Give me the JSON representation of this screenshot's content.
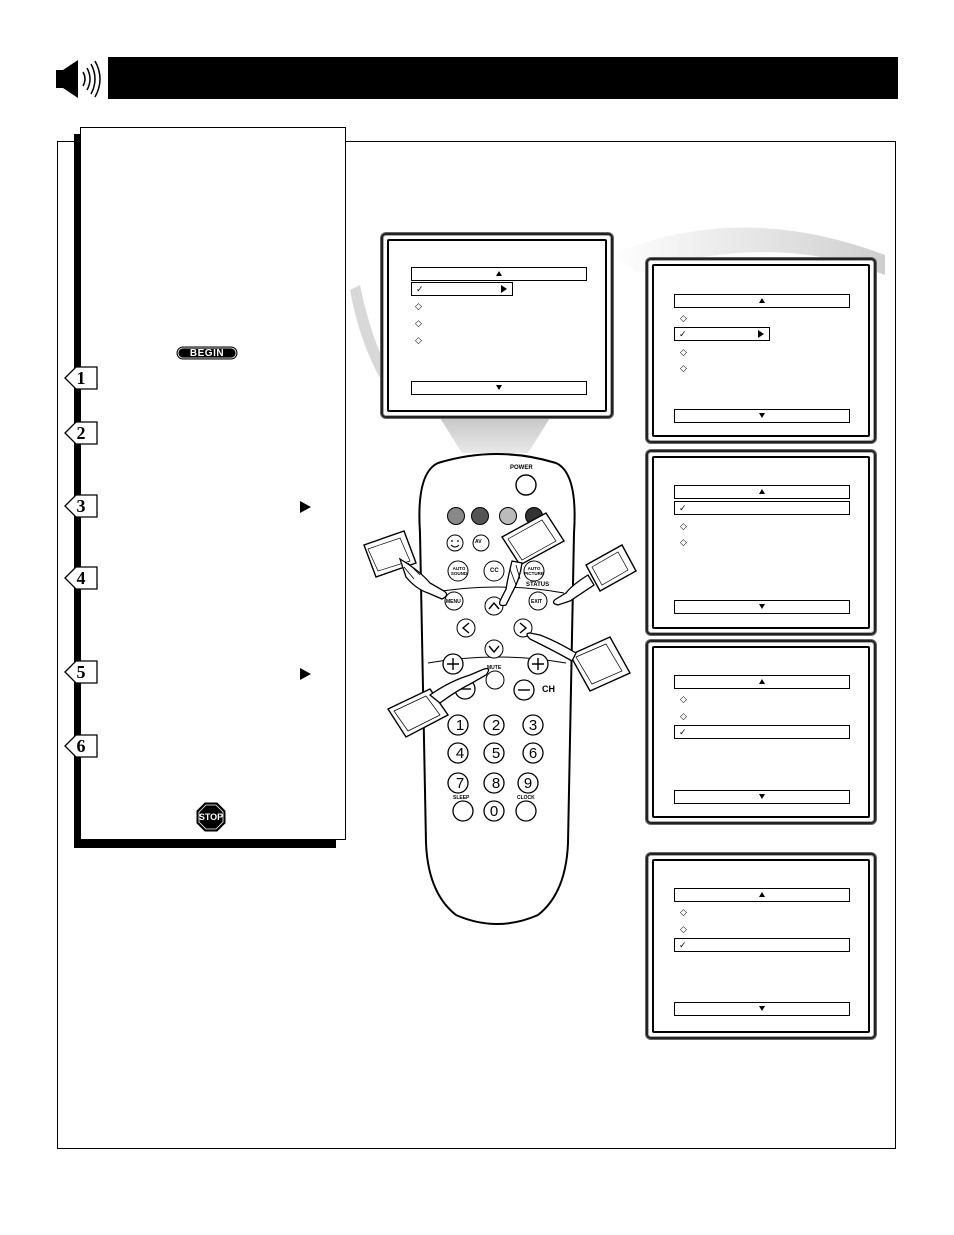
{
  "header": {
    "icon": "speaker-icon",
    "title_bar_color": "#000000"
  },
  "instructions": {
    "begin_label": "BEGIN",
    "stop_label": "STOP",
    "steps": [
      {
        "number": "1"
      },
      {
        "number": "2"
      },
      {
        "number": "3",
        "arrow": "right-triangle"
      },
      {
        "number": "4"
      },
      {
        "number": "5",
        "arrow": "right-triangle"
      },
      {
        "number": "6"
      }
    ]
  },
  "remote": {
    "power_label": "POWER",
    "labels": {
      "av": "AV",
      "auto_sound": "AUTO SOUND",
      "cc": "CC",
      "auto_picture": "AUTO PICTURE",
      "status": "STATUS",
      "menu": "MENU",
      "exit": "EXIT",
      "mute": "MUTE",
      "ch": "CH",
      "sleep": "SLEEP",
      "clock": "CLOCK"
    },
    "digits": [
      "1",
      "2",
      "3",
      "4",
      "5",
      "6",
      "7",
      "8",
      "9",
      "0"
    ]
  },
  "screens": [
    {
      "name": "screen-main",
      "selected_index": 0,
      "items": 4,
      "has_submenu_arrow": true
    },
    {
      "name": "screen-step-a",
      "selected_index": 1,
      "items": 4,
      "has_submenu_arrow": true
    },
    {
      "name": "screen-step-b",
      "selected_index": 0,
      "items": 3,
      "has_submenu_arrow": false
    },
    {
      "name": "screen-step-c",
      "selected_index": 2,
      "items": 3,
      "has_submenu_arrow": false
    },
    {
      "name": "screen-step-d",
      "selected_index": 2,
      "items": 3,
      "has_submenu_arrow": false
    }
  ]
}
